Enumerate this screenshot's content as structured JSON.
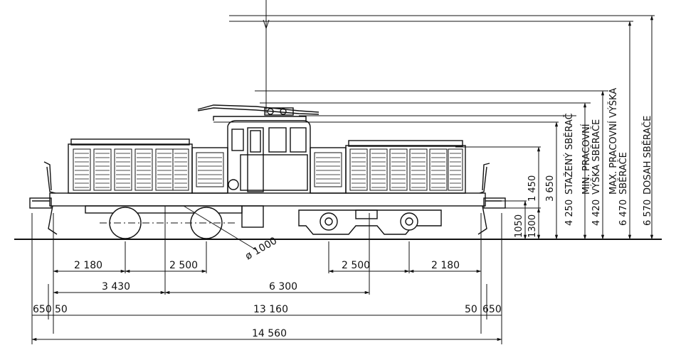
{
  "drawing": {
    "dimensions_horizontal": {
      "wheel_spacing_left": "2 180",
      "bogie_half_left": "2 500",
      "bogie_half_right": "2 500",
      "wheel_spacing_right": "2 180",
      "axle_offset": "3 430",
      "bogie_centres": "6 300",
      "overhang_left": "650",
      "gap_left": "50",
      "body_length": "13 160",
      "gap_right": "50",
      "overhang_right": "650",
      "total_length": "14 560",
      "wheel_diameter": "ø 1000"
    },
    "dimensions_vertical": {
      "buffer_height": "1050",
      "frame_height": "1300",
      "cab_roof": "1 450",
      "body_height": "3 650"
    },
    "pantograph_labels": {
      "lowered_value": "4 250",
      "lowered_text": "STAŽENÝ SBĚRAČ",
      "min_work_value": "4 420",
      "min_work_text_1": "MIN. PRACOVNÍ",
      "min_work_text_2": "VÝŠKA SBĚRAČE",
      "max_work_value": "6 470",
      "max_work_text_1": "MAX. PRACOVNÍ VÝŠKA",
      "max_work_text_2": "SBĚRAČE",
      "reach_value": "6 570",
      "reach_text": "DOSAH SBĚRAČE"
    }
  }
}
